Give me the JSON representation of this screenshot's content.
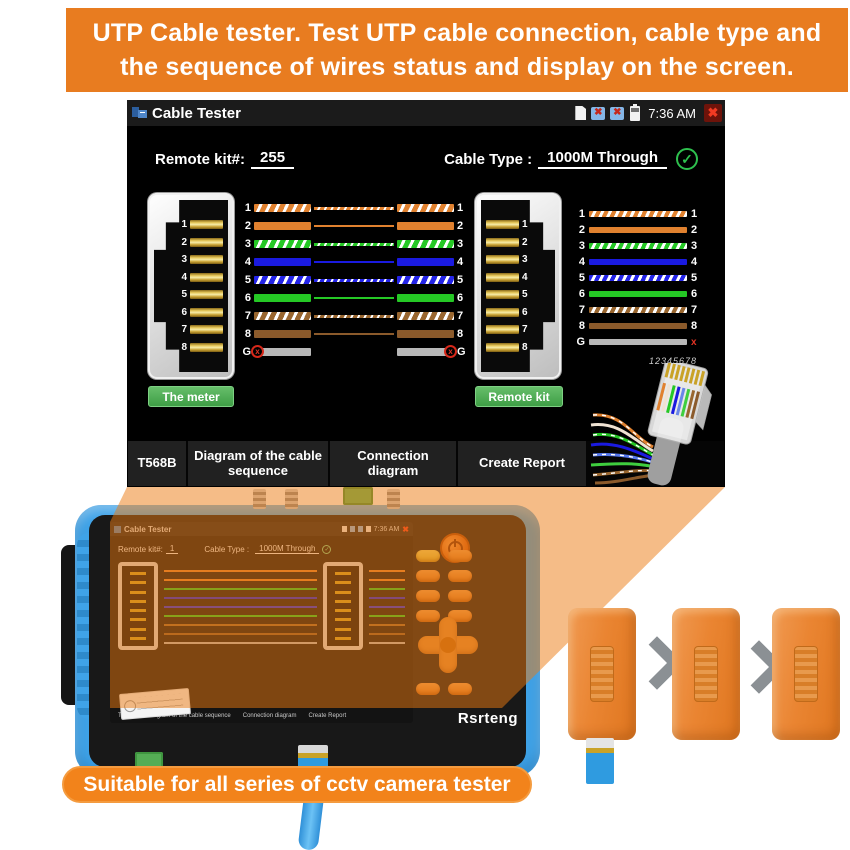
{
  "banner": {
    "bg": "#E87C20",
    "line1": "UTP Cable tester. Test UTP cable connection, cable type and",
    "line2": "the sequence of wires status and display on the screen."
  },
  "icons": {
    "close": "✖",
    "error_x": "✖",
    "check": "✓",
    "ground_x": "x"
  },
  "palette": {
    "beam_orange": "#EC7A10",
    "kit_orange": "#ED8A3B",
    "device_blue": "#3FA3E8",
    "button_green": "#4FAE55"
  },
  "tester_screen": {
    "titlebar": {
      "title": "Cable Tester",
      "time": "7:36 AM"
    },
    "remote_kit": {
      "label": "Remote kit#:",
      "value": "255"
    },
    "cable_type": {
      "label": "Cable Type :",
      "value": "1000M Through"
    },
    "meter_button": "The meter",
    "remote_button": "Remote kit",
    "connector_pins": [
      "1",
      "2",
      "3",
      "4",
      "5",
      "6",
      "7",
      "8"
    ],
    "wires": [
      {
        "pin": "1",
        "type": "striped",
        "color": "#E0812F"
      },
      {
        "pin": "2",
        "type": "solid",
        "color": "#E0812F"
      },
      {
        "pin": "3",
        "type": "striped",
        "color": "#25C825"
      },
      {
        "pin": "4",
        "type": "solid",
        "color": "#1A1AE0"
      },
      {
        "pin": "5",
        "type": "striped",
        "color": "#2424E8"
      },
      {
        "pin": "6",
        "type": "solid",
        "color": "#25C825"
      },
      {
        "pin": "7",
        "type": "striped",
        "color": "#99662F"
      },
      {
        "pin": "8",
        "type": "solid",
        "color": "#8B5A2B"
      },
      {
        "pin": "G",
        "type": "ground",
        "color": "#B8B8B8"
      }
    ],
    "mini_wires": [
      {
        "pin": "1",
        "right_label": "1",
        "type": "striped",
        "color": "#E0812F"
      },
      {
        "pin": "2",
        "right_label": "2",
        "type": "solid",
        "color": "#E0812F"
      },
      {
        "pin": "3",
        "right_label": "3",
        "type": "striped",
        "color": "#25C825"
      },
      {
        "pin": "4",
        "right_label": "4",
        "type": "solid",
        "color": "#1A1AE0"
      },
      {
        "pin": "5",
        "right_label": "5",
        "type": "striped",
        "color": "#2424E8"
      },
      {
        "pin": "6",
        "right_label": "6",
        "type": "solid",
        "color": "#25C825"
      },
      {
        "pin": "7",
        "right_label": "7",
        "type": "striped",
        "color": "#99662F"
      },
      {
        "pin": "8",
        "right_label": "8",
        "type": "solid",
        "color": "#8B5A2B"
      },
      {
        "pin": "G",
        "right_label": "x",
        "right_class": "red-x",
        "type": "ground",
        "color": "#B8B8B8"
      }
    ],
    "plug_label": "12345678",
    "buttons": [
      "T568B",
      "Diagram of the cable sequence",
      "Connection diagram",
      "Create Report"
    ]
  },
  "device": {
    "logo": "Rsrteng",
    "screen": {
      "title": "Cable Tester",
      "time": "7:36 AM",
      "remote_kit_label": "Remote kit#:",
      "remote_kit_value": "1",
      "cable_type_label": "Cable Type :",
      "cable_type_value": "1000M Through"
    }
  },
  "footer": {
    "bg": "#F2831B",
    "text": "Suitable for all series of cctv camera tester"
  }
}
